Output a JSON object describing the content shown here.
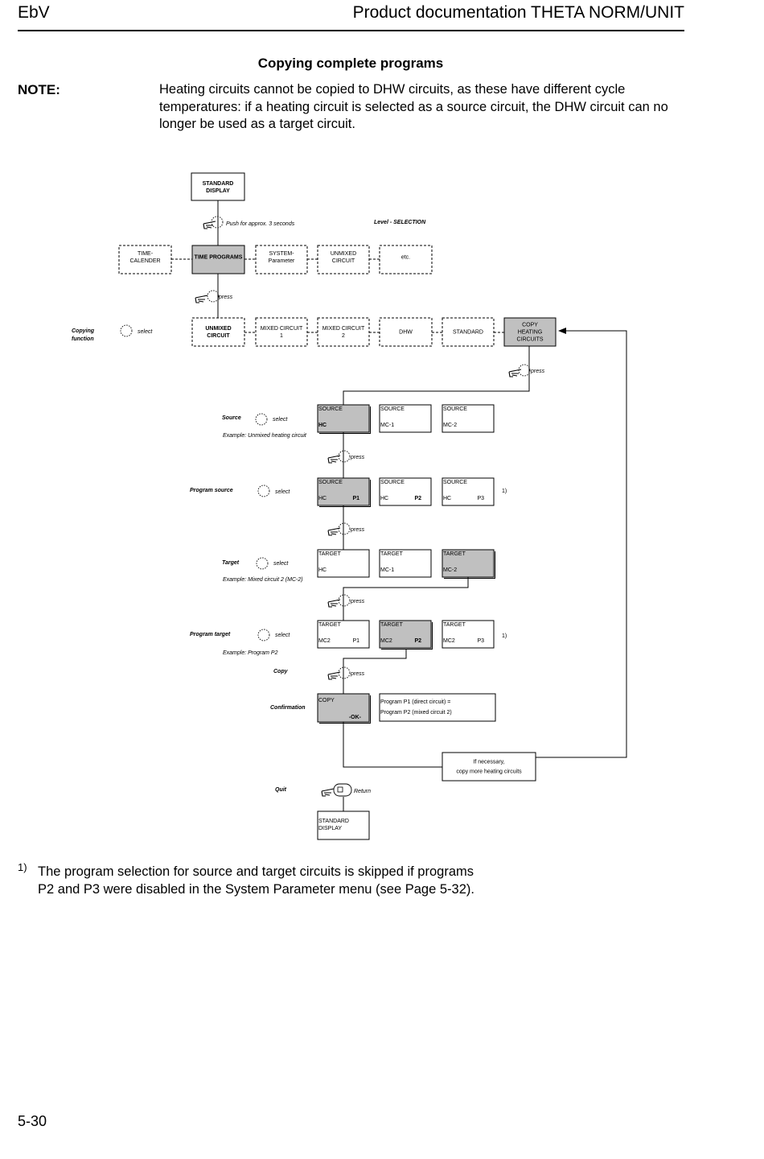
{
  "header": {
    "left": "EbV",
    "right": "Product documentation THETA NORM/UNIT"
  },
  "section_title": "Copying complete programs",
  "note": {
    "label": "NOTE:",
    "text": "Heating circuits cannot be copied to DHW circuits, as these have different cycle temperatures: if a heating circuit is selected as a source circuit, the DHW circuit can no longer be used as a target circuit."
  },
  "diagram": {
    "standard_display_top": [
      "STANDARD",
      "DISPLAY"
    ],
    "push_hint": "Push for approx. 3 seconds",
    "level_label": "Level - SELECTION",
    "menu_row1": [
      [
        "TIME-",
        "CALENDER"
      ],
      [
        "TIME PROGRAMS"
      ],
      [
        "SYSTEM-",
        "Parameter"
      ],
      [
        "UNMIXED",
        "CIRCUIT"
      ],
      [
        "etc."
      ]
    ],
    "press": "press",
    "menu_row2": [
      [
        "UNMIXED",
        "CIRCUIT"
      ],
      [
        "MIXED CIRCUIT",
        "1"
      ],
      [
        "MIXED CIRCUIT",
        "2"
      ],
      [
        "DHW"
      ],
      [
        "STANDARD"
      ],
      [
        "COPY",
        "HEATING",
        "CIRCUITS"
      ]
    ],
    "copying_function": [
      "Copying",
      "function"
    ],
    "select": "select",
    "source_label": "Source",
    "source_example": "Example: Unmixed heating circuit",
    "source_boxes": [
      {
        "top": "SOURCE",
        "bottom": "HC"
      },
      {
        "top": "SOURCE",
        "bottom": "MC-1"
      },
      {
        "top": "SOURCE",
        "bottom": "MC-2"
      }
    ],
    "program_source_label": "Program source",
    "program_source_boxes": [
      {
        "top": "SOURCE",
        "circuit": "HC",
        "program": "P1"
      },
      {
        "top": "SOURCE",
        "circuit": "HC",
        "program": "P2"
      },
      {
        "top": "SOURCE",
        "circuit": "HC",
        "program": "P3"
      }
    ],
    "footnote_ref": "1)",
    "target_label": "Target",
    "target_example": "Example: Mixed circuit 2 (MC-2)",
    "target_boxes": [
      {
        "top": "TARGET",
        "bottom": "HC"
      },
      {
        "top": "TARGET",
        "bottom": "MC-1"
      },
      {
        "top": "TARGET",
        "bottom": "MC-2"
      }
    ],
    "program_target_label": "Program target",
    "program_target_example": "Example: Program P2",
    "program_target_boxes": [
      {
        "top": "TARGET",
        "circuit": "MC2",
        "program": "P1"
      },
      {
        "top": "TARGET",
        "circuit": "MC2",
        "program": "P2"
      },
      {
        "top": "TARGET",
        "circuit": "MC2",
        "program": "P3"
      }
    ],
    "copy_label": "Copy",
    "confirmation_label": "Confirmation",
    "copy_box": {
      "top": "COPY",
      "bottom": "-OK-"
    },
    "confirmation_text": [
      "Program P1 (direct circuit) =",
      "Program P2 (mixed circuit 2)"
    ],
    "more_text": [
      "If necessary,",
      "copy more heating circuits"
    ],
    "quit_label": "Quit",
    "return_label": "Return",
    "standard_display_bottom": [
      "STANDARD",
      "DISPLAY"
    ]
  },
  "footnote": {
    "mark": "1)",
    "text": "The program selection for source and target circuits is skipped if programs P2 and P3 were disabled in the System Parameter menu (see Page 5-32)."
  },
  "page_number": "5-30",
  "colors": {
    "highlight": "#c0c0c0",
    "ink": "#000000"
  }
}
